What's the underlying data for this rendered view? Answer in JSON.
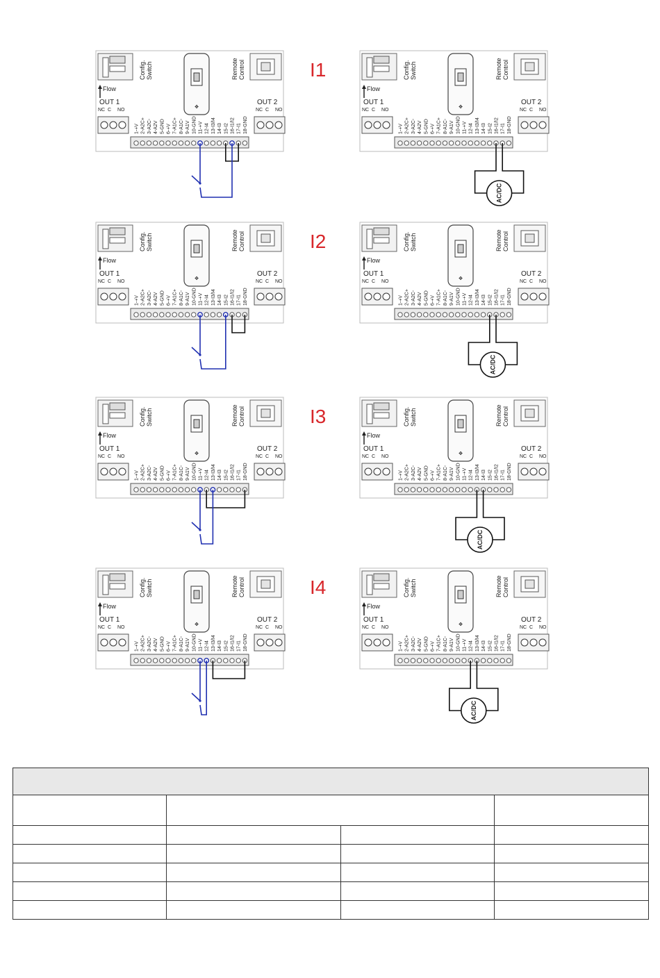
{
  "board": {
    "config_label_1": "Config.",
    "config_label_2": "Switch",
    "remote_label_1": "Remote",
    "remote_label_2": "Control",
    "flow_label": "Flow",
    "out1_label": "OUT 1",
    "out2_label": "OUT 2",
    "relay_contacts": [
      "NC",
      "C",
      "NO"
    ],
    "terminal_labels": [
      "1-+V",
      "2-A2C+",
      "3-A2C-",
      "4-A2V",
      "5-GND",
      "6-+V",
      "7-A1C+",
      "8-A1C-",
      "9-A1V",
      "10-GND",
      "11-+V",
      "12-I4",
      "13-I3/I4",
      "14-I3",
      "15-I2",
      "16-I1/I2",
      "17-I1",
      "18-GND"
    ]
  },
  "sections": [
    {
      "label": "I1",
      "switch_terminals": [
        11,
        16
      ],
      "jumper_terminals": [
        15,
        17
      ],
      "source_terminals": [
        16,
        17
      ]
    },
    {
      "label": "I2",
      "switch_terminals": [
        11,
        15
      ],
      "jumper_terminals": [
        16,
        18
      ],
      "source_terminals": [
        15,
        16
      ]
    },
    {
      "label": "I3",
      "switch_terminals": [
        11,
        13
      ],
      "jumper_terminals": [
        12,
        18
      ],
      "source_terminals": [
        13,
        14
      ]
    },
    {
      "label": "I4",
      "switch_terminals": [
        11,
        12
      ],
      "jumper_terminals": [
        13,
        18
      ],
      "source_terminals": [
        12,
        13
      ]
    }
  ],
  "source_label": "AC/DC",
  "colors": {
    "wire": "#1f2fb0",
    "section_label": "#d8262a",
    "board_line": "#555555",
    "table_header": "#e8e8e8"
  }
}
